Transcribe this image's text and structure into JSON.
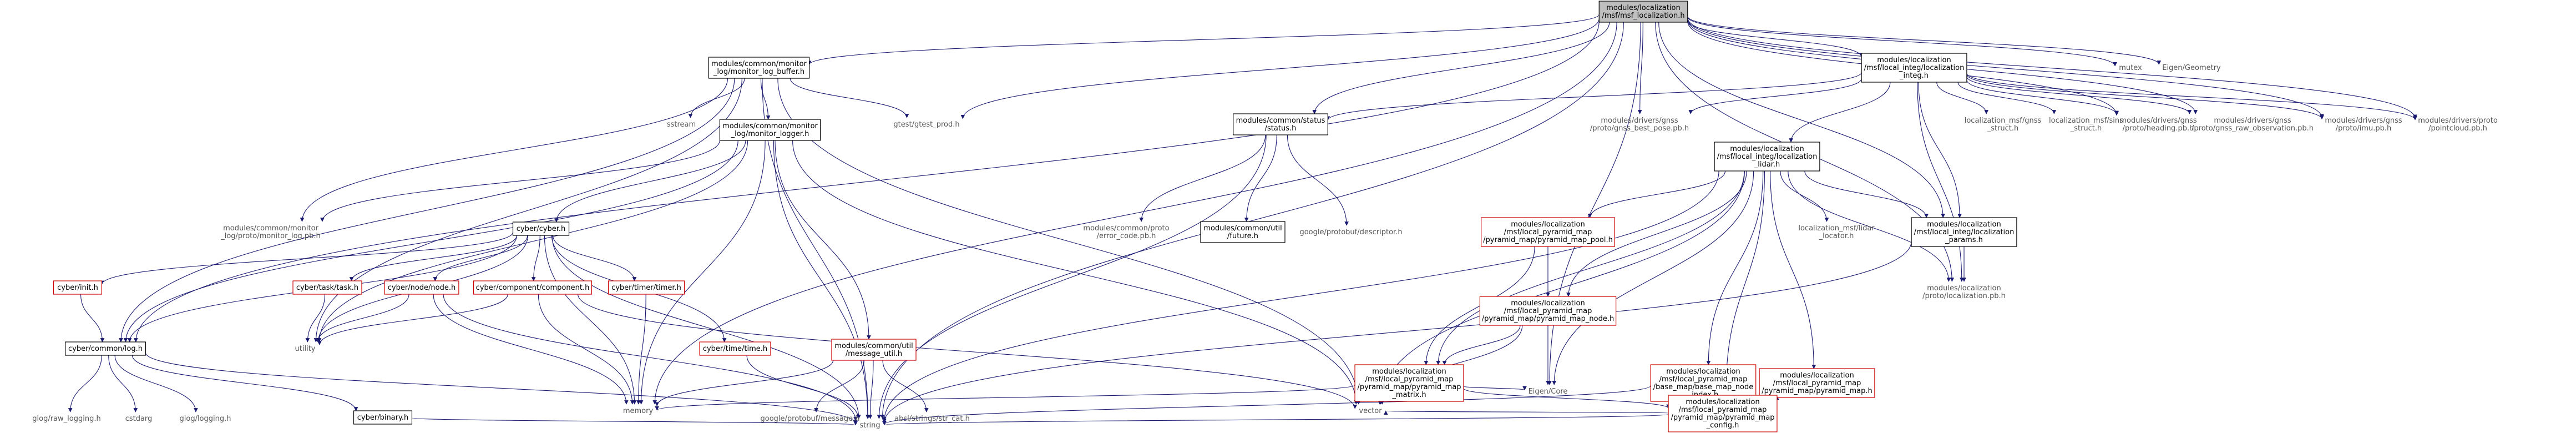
{
  "colors": {
    "edge": "#191970",
    "focus_fill": "#bfbfbf",
    "box_border": "#000000",
    "missing_border": "#cc0000",
    "plain_text": "#555555",
    "text": "#000000"
  },
  "nodes": [
    {
      "id": "root",
      "kind": "focus",
      "lines": [
        "modules/localization",
        "/msf/msf_localization.h"
      ]
    },
    {
      "id": "monitor_log_buffer",
      "kind": "box",
      "lines": [
        "modules/common/monitor",
        "_log/monitor_log_buffer.h"
      ]
    },
    {
      "id": "local_integ_localization",
      "kind": "box",
      "lines": [
        "modules/localization",
        "/msf/local_integ/localization",
        "_integ.h"
      ]
    },
    {
      "id": "mutex",
      "kind": "plain",
      "lines": [
        "mutex"
      ]
    },
    {
      "id": "eigen_geometry",
      "kind": "plain",
      "lines": [
        "Eigen/Geometry"
      ]
    },
    {
      "id": "sstream",
      "kind": "plain",
      "lines": [
        "sstream"
      ]
    },
    {
      "id": "monitor_logger",
      "kind": "box",
      "lines": [
        "modules/common/monitor",
        "_log/monitor_logger.h"
      ]
    },
    {
      "id": "gtest_prod",
      "kind": "plain",
      "lines": [
        "gtest/gtest_prod.h"
      ]
    },
    {
      "id": "status_h",
      "kind": "box",
      "lines": [
        "modules/common/status",
        "/status.h"
      ]
    },
    {
      "id": "gnss_best_pose",
      "kind": "plain",
      "lines": [
        "modules/drivers/gnss",
        "/proto/gnss_best_pose.pb.h"
      ]
    },
    {
      "id": "localization_integ_lidar",
      "kind": "box",
      "lines": [
        "modules/localization",
        "/msf/local_integ/localization",
        "_lidar.h"
      ]
    },
    {
      "id": "msf_gnss_struct",
      "kind": "plain",
      "lines": [
        "localization_msf/gnss",
        "_struct.h"
      ]
    },
    {
      "id": "msf_sins_struct",
      "kind": "plain",
      "lines": [
        "localization_msf/sins",
        "_struct.h"
      ]
    },
    {
      "id": "heading_pb",
      "kind": "plain",
      "lines": [
        "modules/drivers/gnss",
        "/proto/heading.pb.h"
      ]
    },
    {
      "id": "gnss_raw_observation",
      "kind": "plain",
      "lines": [
        "modules/drivers/gnss",
        "/proto/gnss_raw_observation.pb.h"
      ]
    },
    {
      "id": "imu_pb",
      "kind": "plain",
      "lines": [
        "modules/drivers/gnss",
        "/proto/imu.pb.h"
      ]
    },
    {
      "id": "pointcloud_pb",
      "kind": "plain",
      "lines": [
        "modules/drivers/proto",
        "/pointcloud.pb.h"
      ]
    },
    {
      "id": "monitor_log_pb",
      "kind": "plain",
      "lines": [
        "modules/common/monitor",
        "_log/proto/monitor_log.pb.h"
      ]
    },
    {
      "id": "cyber_cyber",
      "kind": "box",
      "lines": [
        "cyber/cyber.h"
      ]
    },
    {
      "id": "error_code_pb",
      "kind": "plain",
      "lines": [
        "modules/common/proto",
        "/error_code.pb.h"
      ]
    },
    {
      "id": "future_h",
      "kind": "box",
      "lines": [
        "modules/common/util",
        "/future.h"
      ]
    },
    {
      "id": "descriptor_h",
      "kind": "plain",
      "lines": [
        "google/protobuf/descriptor.h"
      ]
    },
    {
      "id": "pyramid_map_pool",
      "kind": "missing",
      "lines": [
        "modules/localization",
        "/msf/local_pyramid_map",
        "/pyramid_map/pyramid_map_pool.h"
      ]
    },
    {
      "id": "lidar_locator",
      "kind": "plain",
      "lines": [
        "localization_msf/lidar",
        "_locator.h"
      ]
    },
    {
      "id": "localization_params",
      "kind": "box",
      "lines": [
        "modules/localization",
        "/msf/local_integ/localization",
        "_params.h"
      ]
    },
    {
      "id": "localization_pb",
      "kind": "plain",
      "lines": [
        "modules/localization",
        "/proto/localization.pb.h"
      ]
    },
    {
      "id": "cyber_init",
      "kind": "missing",
      "lines": [
        "cyber/init.h"
      ]
    },
    {
      "id": "cyber_task",
      "kind": "missing",
      "lines": [
        "cyber/task/task.h"
      ]
    },
    {
      "id": "cyber_node",
      "kind": "missing",
      "lines": [
        "cyber/node/node.h"
      ]
    },
    {
      "id": "cyber_component",
      "kind": "missing",
      "lines": [
        "cyber/component/component.h"
      ]
    },
    {
      "id": "cyber_timer",
      "kind": "missing",
      "lines": [
        "cyber/timer/timer.h"
      ]
    },
    {
      "id": "pyramid_map_node",
      "kind": "missing",
      "lines": [
        "modules/localization",
        "/msf/local_pyramid_map",
        "/pyramid_map/pyramid_map_node.h"
      ]
    },
    {
      "id": "utility",
      "kind": "plain",
      "lines": [
        "utility"
      ]
    },
    {
      "id": "cyber_log",
      "kind": "box",
      "lines": [
        "cyber/common/log.h"
      ]
    },
    {
      "id": "cyber_time",
      "kind": "missing",
      "lines": [
        "cyber/time/time.h"
      ]
    },
    {
      "id": "message_util",
      "kind": "missing",
      "lines": [
        "modules/common/util",
        "/message_util.h"
      ]
    },
    {
      "id": "pyramid_map_matrix",
      "kind": "missing",
      "lines": [
        "modules/localization",
        "/msf/local_pyramid_map",
        "/pyramid_map/pyramid_map",
        "_matrix.h"
      ]
    },
    {
      "id": "eigen_core",
      "kind": "plain",
      "lines": [
        "Eigen/Core"
      ]
    },
    {
      "id": "base_map_node_index",
      "kind": "missing",
      "lines": [
        "modules/localization",
        "/msf/local_pyramid_map",
        "/base_map/base_map_node",
        "_index.h"
      ]
    },
    {
      "id": "pyramid_map_h",
      "kind": "missing",
      "lines": [
        "modules/localization",
        "/msf/local_pyramid_map",
        "/pyramid_map/pyramid_map.h"
      ]
    },
    {
      "id": "memory",
      "kind": "plain",
      "lines": [
        "memory"
      ]
    },
    {
      "id": "vector",
      "kind": "plain",
      "lines": [
        "vector"
      ]
    },
    {
      "id": "cyber_binary",
      "kind": "box",
      "lines": [
        "cyber/binary.h"
      ]
    },
    {
      "id": "glog_raw_logging",
      "kind": "plain",
      "lines": [
        "glog/raw_logging.h"
      ]
    },
    {
      "id": "cstdarg",
      "kind": "plain",
      "lines": [
        "cstdarg"
      ]
    },
    {
      "id": "glog_logging",
      "kind": "plain",
      "lines": [
        "glog/logging.h"
      ]
    },
    {
      "id": "google_message",
      "kind": "plain",
      "lines": [
        "google/protobuf/message.h"
      ]
    },
    {
      "id": "str_cat",
      "kind": "plain",
      "lines": [
        "absl/strings/str_cat.h"
      ]
    },
    {
      "id": "pyramid_map_config",
      "kind": "missing",
      "lines": [
        "modules/localization",
        "/msf/local_pyramid_map",
        "/pyramid_map/pyramid_map",
        "_config.h"
      ]
    },
    {
      "id": "string",
      "kind": "plain",
      "lines": [
        "string"
      ]
    }
  ],
  "edges": [
    [
      "root",
      "monitor_log_buffer"
    ],
    [
      "root",
      "local_integ_localization"
    ],
    [
      "root",
      "mutex"
    ],
    [
      "root",
      "eigen_geometry"
    ],
    [
      "root",
      "gtest_prod"
    ],
    [
      "root",
      "status_h"
    ],
    [
      "root",
      "gnss_best_pose"
    ],
    [
      "root",
      "heading_pb"
    ],
    [
      "root",
      "gnss_raw_observation"
    ],
    [
      "root",
      "imu_pb"
    ],
    [
      "root",
      "pointcloud_pb"
    ],
    [
      "root",
      "localization_params"
    ],
    [
      "root",
      "localization_pb"
    ],
    [
      "root",
      "cyber_log"
    ],
    [
      "root",
      "memory"
    ],
    [
      "root",
      "string"
    ],
    [
      "root",
      "eigen_core"
    ],
    [
      "monitor_log_buffer",
      "sstream"
    ],
    [
      "monitor_log_buffer",
      "monitor_logger"
    ],
    [
      "monitor_log_buffer",
      "gtest_prod"
    ],
    [
      "monitor_log_buffer",
      "monitor_log_pb"
    ],
    [
      "monitor_log_buffer",
      "utility"
    ],
    [
      "monitor_log_buffer",
      "vector"
    ],
    [
      "monitor_log_buffer",
      "string"
    ],
    [
      "monitor_log_buffer",
      "cyber_log"
    ],
    [
      "monitor_logger",
      "monitor_log_pb"
    ],
    [
      "monitor_logger",
      "cyber_cyber"
    ],
    [
      "monitor_logger",
      "message_util"
    ],
    [
      "monitor_logger",
      "memory"
    ],
    [
      "monitor_logger",
      "vector"
    ],
    [
      "monitor_logger",
      "string"
    ],
    [
      "monitor_logger",
      "utility"
    ],
    [
      "monitor_logger",
      "cyber_log"
    ],
    [
      "local_integ_localization",
      "status_h"
    ],
    [
      "local_integ_localization",
      "gnss_best_pose"
    ],
    [
      "local_integ_localization",
      "localization_integ_lidar"
    ],
    [
      "local_integ_localization",
      "msf_gnss_struct"
    ],
    [
      "local_integ_localization",
      "msf_sins_struct"
    ],
    [
      "local_integ_localization",
      "heading_pb"
    ],
    [
      "local_integ_localization",
      "gnss_raw_observation"
    ],
    [
      "local_integ_localization",
      "imu_pb"
    ],
    [
      "local_integ_localization",
      "pointcloud_pb"
    ],
    [
      "local_integ_localization",
      "localization_params"
    ],
    [
      "local_integ_localization",
      "localization_pb"
    ],
    [
      "status_h",
      "error_code_pb"
    ],
    [
      "status_h",
      "future_h"
    ],
    [
      "status_h",
      "descriptor_h"
    ],
    [
      "status_h",
      "string"
    ],
    [
      "localization_integ_lidar",
      "pyramid_map_pool"
    ],
    [
      "localization_integ_lidar",
      "pyramid_map_node"
    ],
    [
      "localization_integ_lidar",
      "pyramid_map_matrix"
    ],
    [
      "localization_integ_lidar",
      "base_map_node_index"
    ],
    [
      "localization_integ_lidar",
      "pyramid_map_h"
    ],
    [
      "localization_integ_lidar",
      "pyramid_map_config"
    ],
    [
      "localization_integ_lidar",
      "lidar_locator"
    ],
    [
      "localization_integ_lidar",
      "localization_params"
    ],
    [
      "localization_integ_lidar",
      "localization_pb"
    ],
    [
      "localization_integ_lidar",
      "vector"
    ],
    [
      "localization_integ_lidar",
      "string"
    ],
    [
      "localization_integ_lidar",
      "eigen_core"
    ],
    [
      "localization_params",
      "localization_pb"
    ],
    [
      "localization_params",
      "string"
    ],
    [
      "pyramid_map_pool",
      "pyramid_map_node"
    ],
    [
      "pyramid_map_pool",
      "pyramid_map_matrix"
    ],
    [
      "pyramid_map_node",
      "pyramid_map_matrix"
    ],
    [
      "pyramid_map_node",
      "eigen_core"
    ],
    [
      "pyramid_map_node",
      "vector"
    ],
    [
      "pyramid_map_matrix",
      "memory"
    ],
    [
      "pyramid_map_matrix",
      "vector"
    ],
    [
      "pyramid_map_matrix",
      "pyramid_map_config"
    ],
    [
      "pyramid_map_matrix",
      "eigen_core"
    ],
    [
      "base_map_node_index",
      "string"
    ],
    [
      "pyramid_map_h",
      "pyramid_map_config"
    ],
    [
      "pyramid_map_config",
      "string"
    ],
    [
      "pyramid_map_config",
      "vector"
    ],
    [
      "cyber_cyber",
      "cyber_init"
    ],
    [
      "cyber_cyber",
      "cyber_task"
    ],
    [
      "cyber_cyber",
      "cyber_node"
    ],
    [
      "cyber_cyber",
      "cyber_component"
    ],
    [
      "cyber_cyber",
      "cyber_timer"
    ],
    [
      "cyber_cyber",
      "cyber_time"
    ],
    [
      "cyber_cyber",
      "memory"
    ],
    [
      "cyber_cyber",
      "string"
    ],
    [
      "cyber_cyber",
      "utility"
    ],
    [
      "cyber_cyber",
      "cyber_log"
    ],
    [
      "cyber_init",
      "cyber_log"
    ],
    [
      "cyber_task",
      "utility"
    ],
    [
      "cyber_node",
      "utility"
    ],
    [
      "cyber_node",
      "memory"
    ],
    [
      "cyber_node",
      "string"
    ],
    [
      "cyber_component",
      "memory"
    ],
    [
      "cyber_component",
      "utility"
    ],
    [
      "cyber_component",
      "vector"
    ],
    [
      "cyber_timer",
      "memory"
    ],
    [
      "cyber_time",
      "string"
    ],
    [
      "cyber_log",
      "glog_raw_logging"
    ],
    [
      "cyber_log",
      "cstdarg"
    ],
    [
      "cyber_log",
      "glog_logging"
    ],
    [
      "cyber_log",
      "cyber_binary"
    ],
    [
      "cyber_log",
      "string"
    ],
    [
      "cyber_binary",
      "string"
    ],
    [
      "message_util",
      "memory"
    ],
    [
      "message_util",
      "string"
    ],
    [
      "message_util",
      "google_message"
    ],
    [
      "message_util",
      "str_cat"
    ]
  ]
}
